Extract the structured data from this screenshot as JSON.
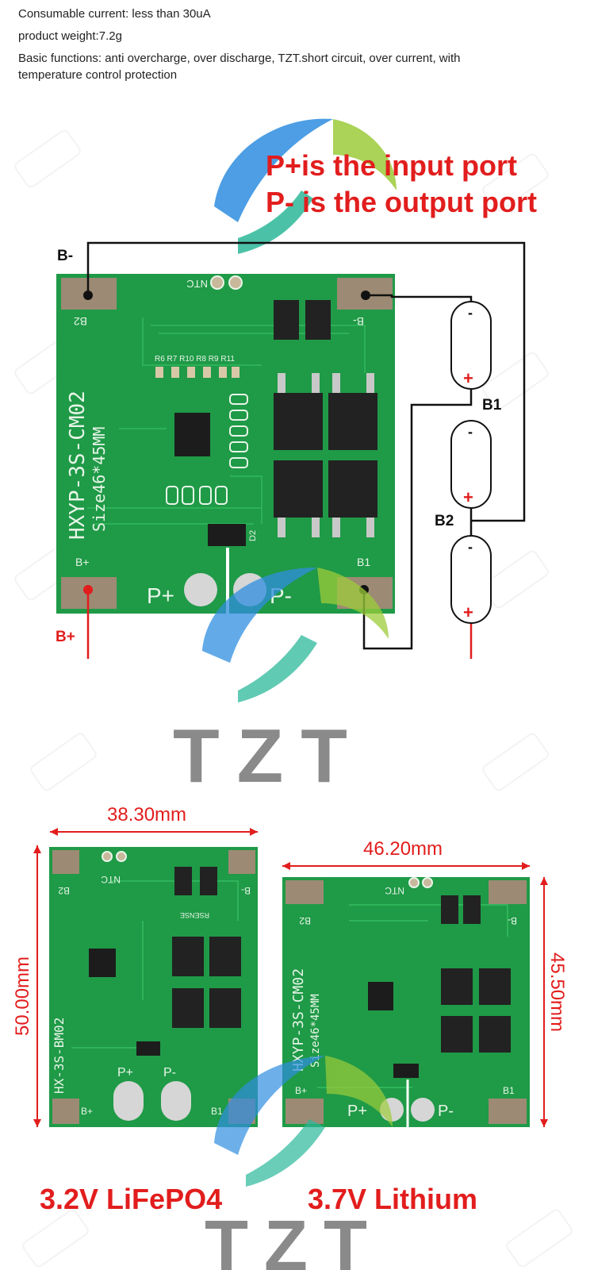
{
  "specs": {
    "line1": "Consumable current: less than 30uA",
    "line2": "product weight:7.2g",
    "line3": "Basic functions: anti overcharge, over discharge, TZT.short circuit, over current, with",
    "line4": "temperature control protection"
  },
  "ports": {
    "input": "P+is the input port",
    "output": "P- is the output port"
  },
  "wiring": {
    "b_minus": "B-",
    "b_plus": "B+",
    "b1": "B1",
    "b2": "B2",
    "cell_minus": "-",
    "cell_plus": "+"
  },
  "board1": {
    "model": "HXYP-3S-CM02",
    "size": "Size46*45MM",
    "pad_b2": "B2",
    "pad_bplus": "B+",
    "pad_b1": "B1",
    "pad_bminus": "B-",
    "p_plus": "P+",
    "p_minus": "P-",
    "ntc": "NTC",
    "refs": "R6 R7 R10 R8 R9 R11",
    "d2": "D2"
  },
  "watermark": {
    "brand": "TZT"
  },
  "dims": {
    "left_width": "38.30mm",
    "left_height": "50.00mm",
    "right_width": "46.20mm",
    "right_height": "45.50mm"
  },
  "board_left": {
    "model": "HX-3S-BM02",
    "b2": "B2",
    "bminus": "B-",
    "bplus": "B+",
    "b1": "B1",
    "p_plus": "P+",
    "p_minus": "P-",
    "ntc": "NTC",
    "rsense": "RSENSE"
  },
  "board_right": {
    "model": "HXYP-3S-CM02",
    "size": "Size46*45MM",
    "b2": "B2",
    "bminus": "B-",
    "bplus": "B+",
    "b1": "B1",
    "p_plus": "P+",
    "p_minus": "P-",
    "ntc": "NTC"
  },
  "captions": {
    "left": "3.2V LiFePO4",
    "right": "3.7V Lithium"
  },
  "colors": {
    "pcb": "#1f9a47",
    "pcb_dark": "#17803a",
    "pad": "#9d8a74",
    "red": "#e21d1d",
    "wire": "#111111",
    "watermark_gray": "#8a8a8a"
  }
}
